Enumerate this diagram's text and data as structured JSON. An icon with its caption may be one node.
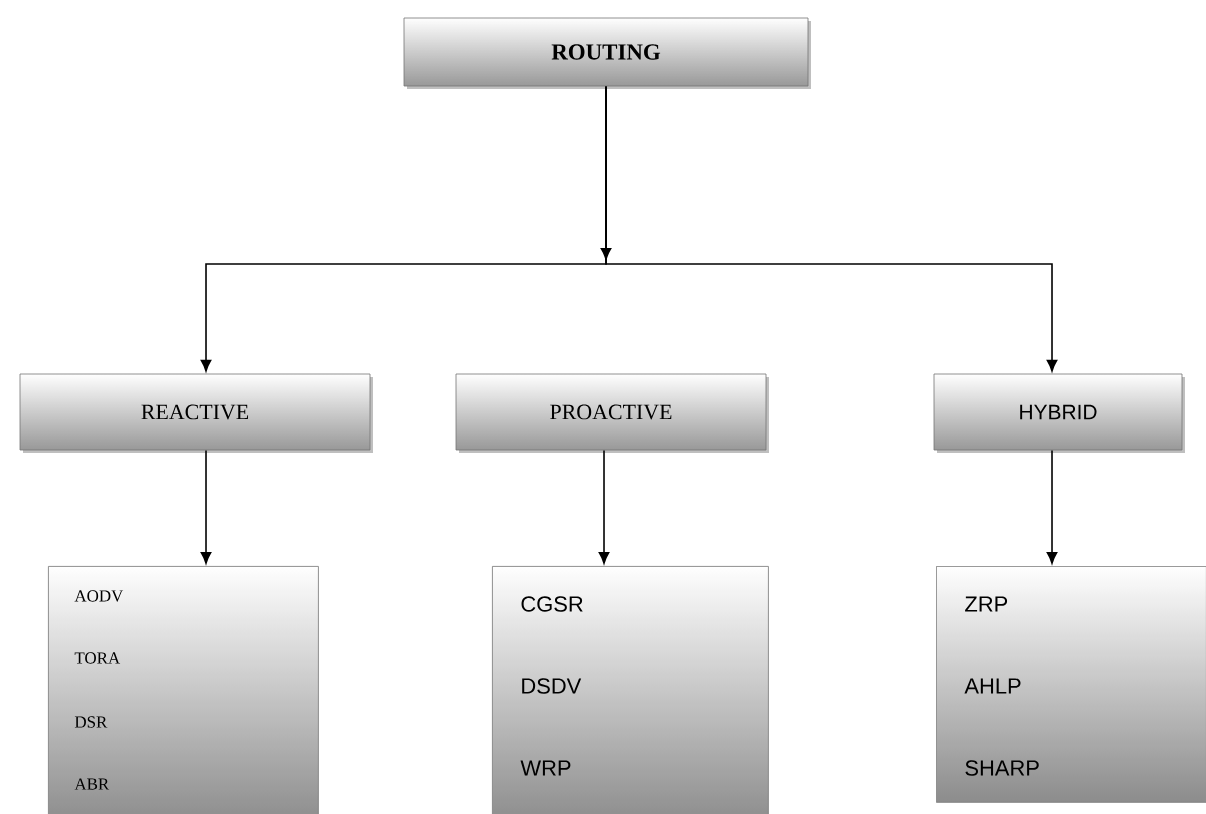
{
  "diagram": {
    "nodes": [
      {
        "text": [
          "ROUTING"
        ]
      },
      {
        "text": [
          "REACTIVE"
        ]
      },
      {
        "text": [
          "PROACTIVE"
        ]
      },
      {
        "text": [
          "HYBRID"
        ]
      },
      {
        "text": [
          "AODV",
          "TORA",
          "DSR",
          "ABR"
        ]
      },
      {
        "text": [
          "CGSR",
          "DSDV",
          "WRP"
        ]
      },
      {
        "text": [
          "ZRP",
          "AHLP",
          "SHARP"
        ]
      }
    ],
    "edges": [
      {
        "from": 0,
        "to": 1,
        "arrow": "to"
      },
      {
        "from": 0,
        "to": 3,
        "arrow": "to"
      },
      {
        "from": 1,
        "to": 4,
        "arrow": "to"
      },
      {
        "from": 2,
        "to": 5,
        "arrow": "to"
      },
      {
        "from": 3,
        "to": 6,
        "arrow": "to"
      }
    ]
  }
}
